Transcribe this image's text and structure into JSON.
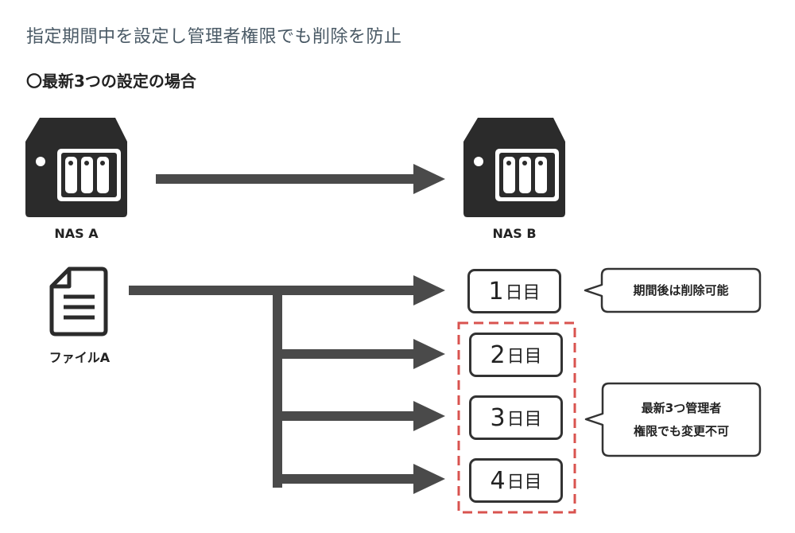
{
  "title": "指定期間中を設定し管理者権限でも削除を防止",
  "subtitle": "〇最新3つの設定の場合",
  "nas_a": {
    "label": "NAS A"
  },
  "nas_b": {
    "label": "NAS B"
  },
  "file": {
    "label": "ファイルA"
  },
  "days": [
    {
      "num": "1",
      "unit": "日目"
    },
    {
      "num": "2",
      "unit": "日目"
    },
    {
      "num": "3",
      "unit": "日目"
    },
    {
      "num": "4",
      "unit": "日目"
    }
  ],
  "bubble_top": {
    "text": "期間後は削除可能"
  },
  "bubble_bottom": {
    "line1": "最新3つ管理者",
    "line2": "権限でも変更不可"
  },
  "colors": {
    "line": "#4a4a4a",
    "icon": "#2b2b2b",
    "dashed": "#d9534f"
  }
}
